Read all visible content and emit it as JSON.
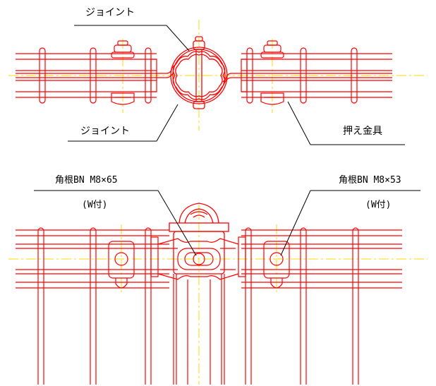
{
  "labels": {
    "joint_top": "ジョイント",
    "joint_bottom": "ジョイント",
    "clamp": "押え金具",
    "bolt_left": "角根BN M8×65",
    "bolt_left_washer": "(W付)",
    "bolt_right": "角根BN M8×53",
    "bolt_right_washer": "(W付)"
  },
  "colors": {
    "drawing_line": "#ff0000",
    "center_line": "#ffd800",
    "leader_line": "#000000",
    "text": "#000000",
    "background": "#ffffff"
  }
}
